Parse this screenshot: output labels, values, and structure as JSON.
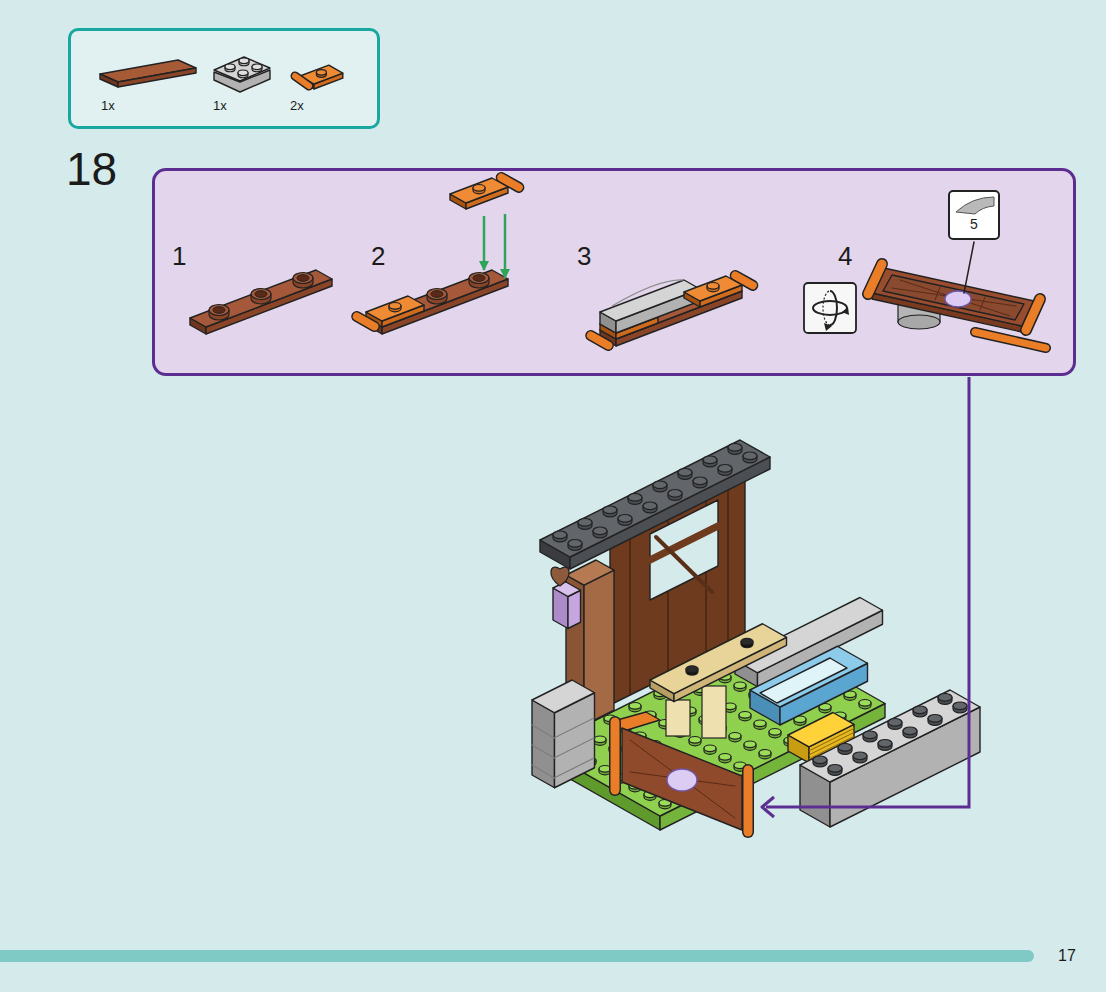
{
  "diagram": {
    "nodes": [
      {
        "text": [
          "1x",
          "1x",
          "2x"
        ]
      },
      {
        "text": [
          "1",
          "2",
          "3",
          "4"
        ]
      },
      {
        "text": [
          "5"
        ],
        "in": 1
      }
    ],
    "labels": [
      "18",
      "17"
    ]
  }
}
